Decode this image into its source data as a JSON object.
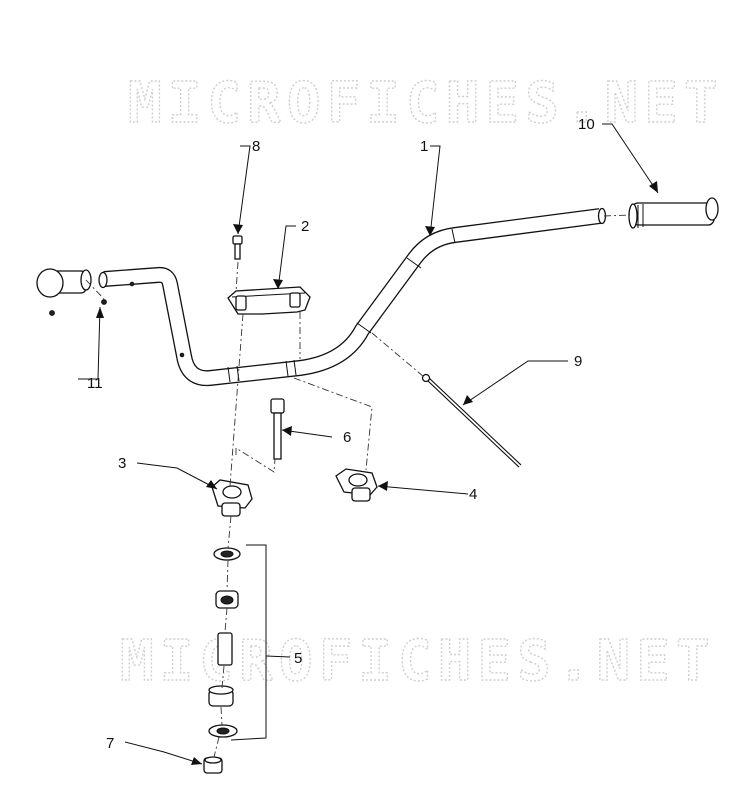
{
  "watermark": {
    "top": "MICROFICHES.NET",
    "bottom": "MICROFICHES.NET"
  },
  "callouts": [
    {
      "id": "1",
      "label": "1"
    },
    {
      "id": "2",
      "label": "2"
    },
    {
      "id": "3",
      "label": "3"
    },
    {
      "id": "4",
      "label": "4"
    },
    {
      "id": "5",
      "label": "5"
    },
    {
      "id": "6",
      "label": "6"
    },
    {
      "id": "7",
      "label": "7"
    },
    {
      "id": "8",
      "label": "8"
    },
    {
      "id": "9",
      "label": "9"
    },
    {
      "id": "10",
      "label": "10"
    },
    {
      "id": "11",
      "label": "11"
    }
  ]
}
